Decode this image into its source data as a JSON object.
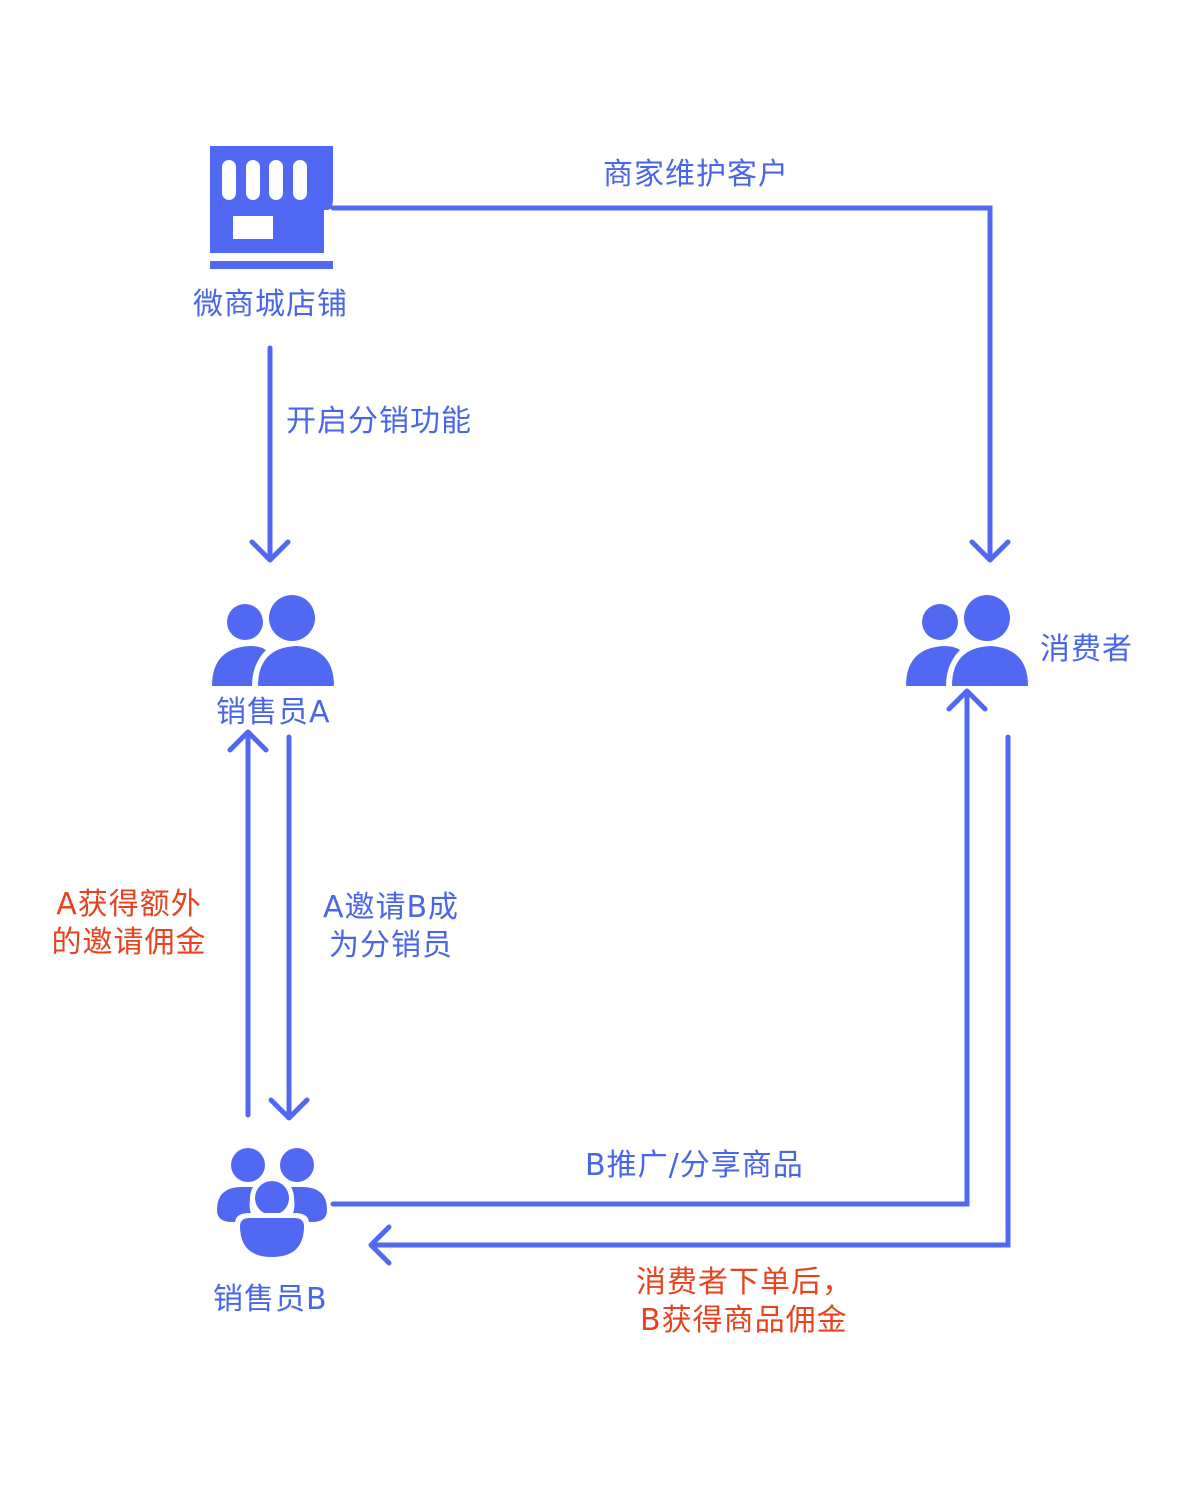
{
  "colors": {
    "primary": "#5068f2",
    "text_blue": "#4a66e8",
    "text_red": "#e8421e",
    "background": "#ffffff"
  },
  "nodes": {
    "store": {
      "label": "微商城店铺",
      "icon": "storefront-icon"
    },
    "seller_a": {
      "label": "销售员A",
      "icon": "user-group-icon"
    },
    "seller_b": {
      "label": "销售员B",
      "icon": "team-icon"
    },
    "consumer": {
      "label": "消费者",
      "icon": "user-group-icon"
    }
  },
  "edges": {
    "store_to_consumer": {
      "label": "商家维护客户",
      "from": "微商城店铺",
      "to": "消费者"
    },
    "store_to_seller_a": {
      "label": "开启分销功能",
      "from": "微商城店铺",
      "to": "销售员A"
    },
    "a_invites_b": {
      "line1": "A邀请B成",
      "line2": "为分销员",
      "from": "销售员A",
      "to": "销售员B"
    },
    "b_commission_to_a": {
      "line1": "A获得额外",
      "line2": "的邀请佣金",
      "from": "销售员B",
      "to": "销售员A"
    },
    "b_to_consumer": {
      "label": "B推广/分享商品",
      "from": "销售员B",
      "to": "消费者"
    },
    "consumer_to_b": {
      "line1": "消费者下单后，",
      "line2": "B获得商品佣金",
      "from": "消费者",
      "to": "销售员B"
    }
  }
}
